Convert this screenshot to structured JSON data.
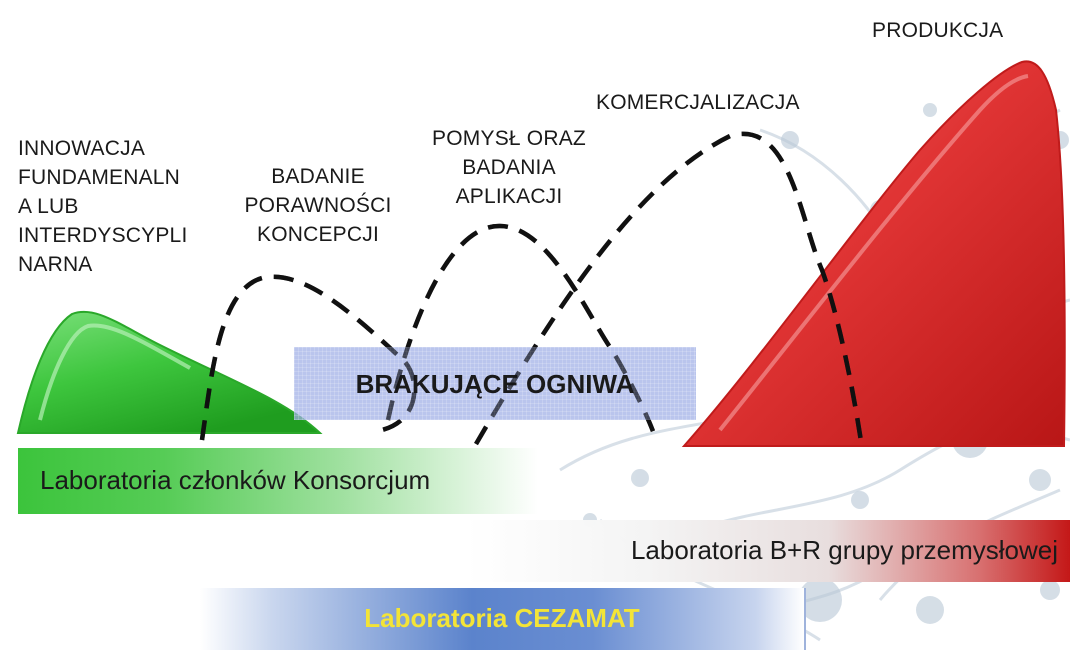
{
  "stages": {
    "innowacja": "INNOWACJA\nFUNDAMENALN\nA LUB\nINTERDYSCYPLI\nNARNA",
    "badanie": "BADANIE\nPORAWNOŚCI\nKONCEPCJI",
    "pomysl": "POMYSŁ ORAZ\nBADANIA\nAPLIKACJI",
    "komercjalizacja": "KOMERCJALIZACJA",
    "produkcja": "PRODUKCJA"
  },
  "center_box": {
    "label": "BRAKUJĄCE OGNIWA"
  },
  "bands": {
    "konsorcjum": "Laboratoria członków Konsorcjum",
    "br": "Laboratoria B+R grupy przemysłowej",
    "cezamat": "Laboratoria CEZAMAT"
  },
  "colors": {
    "green": "#3cc43c",
    "red": "#d42a2a",
    "blue": "#5b83cc",
    "yellow_text": "#f3e437",
    "box": "#a0afe6"
  }
}
